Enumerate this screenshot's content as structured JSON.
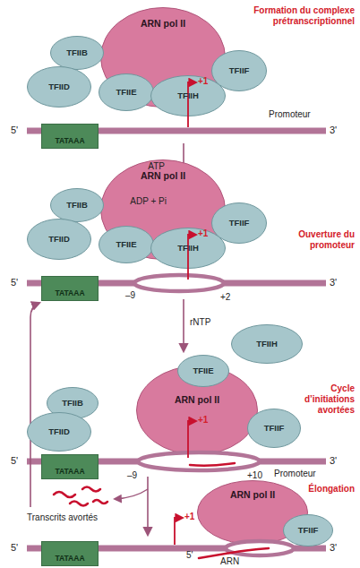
{
  "diagram": {
    "nodes": [
      {
        "text": [
          "ARN pol II"
        ]
      },
      {
        "text": [
          "TFIIB"
        ]
      },
      {
        "text": [
          "TFIID"
        ]
      },
      {
        "text": [
          "TFIIE"
        ]
      },
      {
        "text": [
          "TFIIH"
        ]
      },
      {
        "text": [
          "TFIIF"
        ]
      },
      {
        "text": [
          "TATAAA"
        ]
      },
      {
        "text": [
          "ARN pol II"
        ]
      },
      {
        "text": [
          "TFIIB"
        ]
      },
      {
        "text": [
          "TFIID"
        ]
      },
      {
        "text": [
          "TFIIE"
        ]
      },
      {
        "text": [
          "TFIIH"
        ]
      },
      {
        "text": [
          "TFIIF"
        ]
      },
      {
        "text": [
          "TATAAA"
        ]
      },
      {
        "text": [
          "TFIIB"
        ]
      },
      {
        "text": [
          "TFIID"
        ]
      },
      {
        "text": [
          "ARN pol II"
        ]
      },
      {
        "text": [
          "TFIIE"
        ]
      },
      {
        "text": [
          "TFIIH"
        ]
      },
      {
        "text": [
          "TFIIF"
        ]
      },
      {
        "text": [
          "TATAAA"
        ]
      },
      {
        "text": [
          "ARN pol II"
        ]
      },
      {
        "text": [
          "TFIIF"
        ]
      },
      {
        "text": [
          "TATAAA"
        ]
      }
    ],
    "labels": [
      "Formation du complexe prétranscriptionnel",
      "5'",
      "3'",
      "+1",
      "Promoteur",
      "ATP",
      "ADP + Pi",
      "Ouverture du promoteur",
      "5'",
      "3'",
      "+1",
      "–9",
      "+2",
      "rNTP",
      "Cycle d’initiations avortées",
      "5'",
      "3'",
      "+1",
      "–9",
      "+10",
      "Promoteur",
      "Transcrits avortés",
      "Élongation",
      "5'",
      "3'",
      "+1",
      "5'",
      "ARN"
    ]
  }
}
